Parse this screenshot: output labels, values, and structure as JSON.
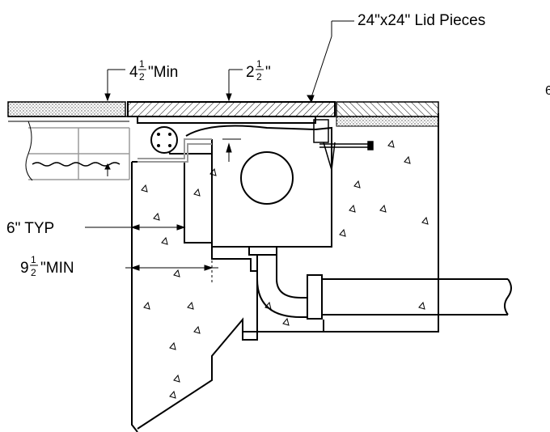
{
  "labels": {
    "lid_pieces": "24\"x24\" Lid Pieces",
    "min_4_half": {
      "whole": "4",
      "num": "1",
      "den": "2",
      "suffix": "\"Min"
    },
    "two_half": {
      "whole": "2",
      "num": "1",
      "den": "2",
      "suffix": "\""
    },
    "six_typ": "6\"  TYP",
    "nine_half_min": {
      "whole": "9",
      "num": "1",
      "den": "2",
      "suffix": "\"MIN"
    },
    "edge_char": "6"
  },
  "colors": {
    "ink": "#000000",
    "paper": "#ffffff",
    "tile": "#9a9a9a"
  }
}
